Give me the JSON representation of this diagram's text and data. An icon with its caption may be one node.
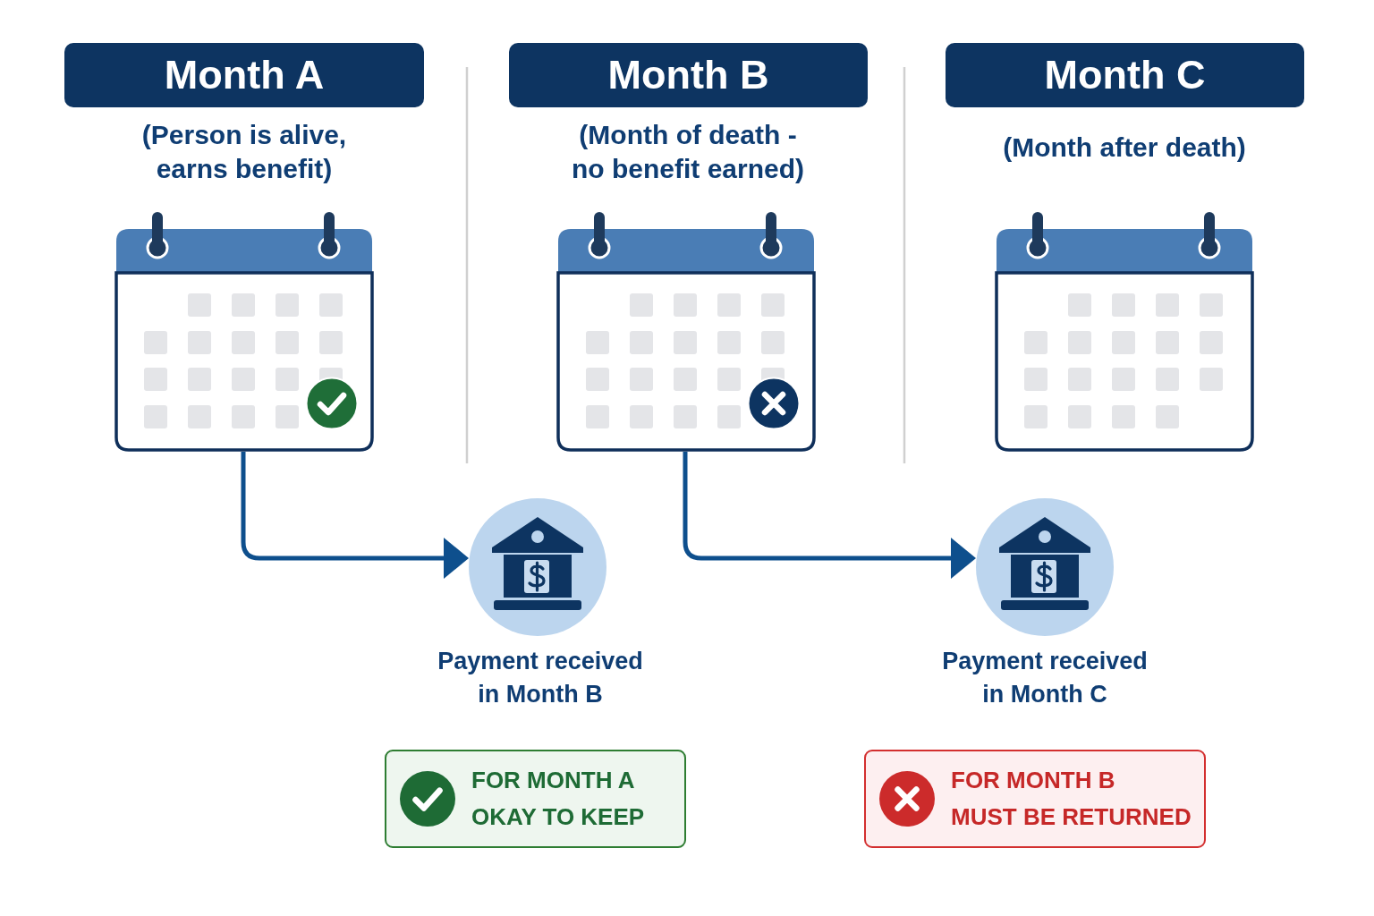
{
  "diagram": {
    "nodes": [
      {
        "text": [
          "Month A"
        ],
        "beside": [
          "(Person is alive, earns benefit)"
        ]
      },
      {
        "text": [
          "Month B"
        ],
        "beside": [
          "(Month of death - no benefit earned)"
        ]
      },
      {
        "text": [
          "Month C"
        ],
        "beside": [
          "(Month after death)"
        ]
      },
      {
        "text": [],
        "shape": "picture"
      },
      {
        "text": [],
        "shape": "picture"
      },
      {
        "text": [],
        "shape": "picture"
      },
      {
        "text": [],
        "shape": "picture",
        "beside": [
          "Payment received in Month B"
        ]
      },
      {
        "text": [],
        "shape": "picture",
        "beside": [
          "Payment received in Month C"
        ]
      },
      {
        "text": [
          "FOR MONTH A",
          "OKAY TO KEEP"
        ]
      },
      {
        "text": [
          "FOR MONTH B",
          "MUST BE RETURNED"
        ]
      }
    ],
    "edges": [
      {
        "from": 3,
        "to": 6,
        "arrow": "to"
      },
      {
        "from": 4,
        "to": 7,
        "arrow": "to"
      }
    ]
  }
}
